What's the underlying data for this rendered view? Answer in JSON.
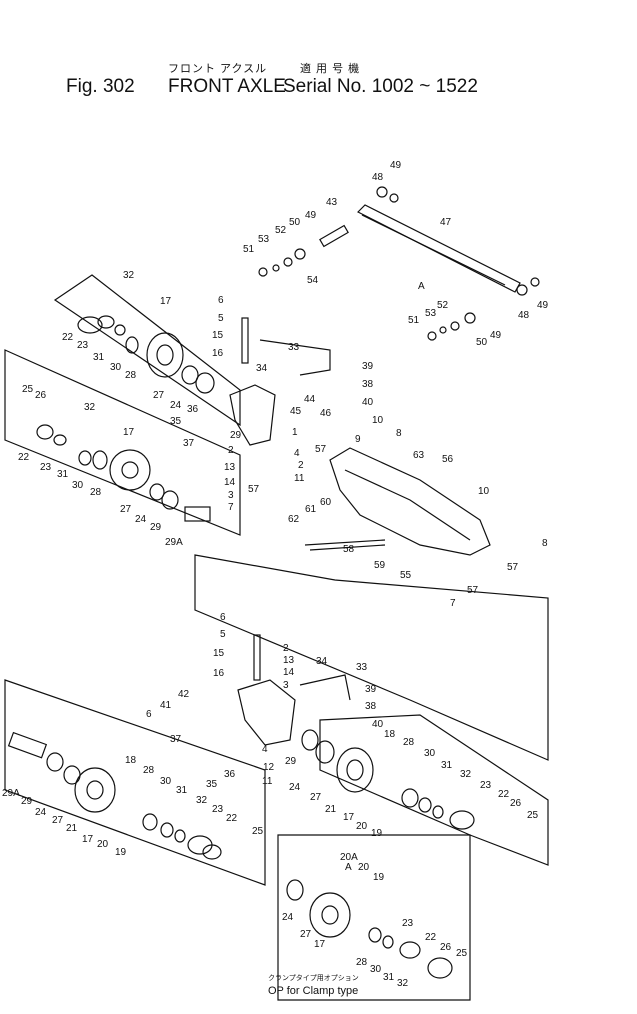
{
  "header": {
    "fig_label": "Fig. 302",
    "title_jp": "フロント アクスル",
    "title_en": "FRONT AXLE",
    "serial_jp": "適 用 号 機",
    "serial": "Serial No. 1002 ~ 1522"
  },
  "caption": {
    "option_jp": "クランプタイプ用オプション",
    "option_en": "OP for Clamp type"
  },
  "callouts": [
    "49",
    "48",
    "43",
    "47",
    "50",
    "49",
    "52",
    "53",
    "51",
    "54",
    "A",
    "48",
    "49",
    "52",
    "53",
    "51",
    "50",
    "49",
    "32",
    "17",
    "22",
    "23",
    "31",
    "30",
    "28",
    "27",
    "6",
    "5",
    "15",
    "16",
    "33",
    "34",
    "39",
    "38",
    "45",
    "44",
    "46",
    "40",
    "25",
    "26",
    "32",
    "22",
    "23",
    "31",
    "30",
    "28",
    "17",
    "27",
    "24",
    "29",
    "29A",
    "24",
    "36",
    "35",
    "37",
    "29",
    "1",
    "10",
    "8",
    "9",
    "57",
    "63",
    "56",
    "2",
    "13",
    "14",
    "3",
    "7",
    "4",
    "2",
    "11",
    "57",
    "60",
    "61",
    "62",
    "58",
    "59",
    "55",
    "10",
    "8",
    "57",
    "7",
    "57",
    "6",
    "5",
    "15",
    "16",
    "2",
    "13",
    "14",
    "3",
    "34",
    "33",
    "39",
    "38",
    "40",
    "42",
    "41",
    "6",
    "37",
    "35",
    "36",
    "4",
    "12",
    "11",
    "29",
    "18",
    "28",
    "30",
    "31",
    "32",
    "23",
    "22",
    "26",
    "25",
    "29A",
    "29",
    "24",
    "27",
    "21",
    "17",
    "20",
    "19",
    "18",
    "28",
    "30",
    "31",
    "32",
    "23",
    "22",
    "25",
    "24",
    "27",
    "21",
    "17",
    "20",
    "19",
    "20A",
    "20",
    "19",
    "24",
    "27",
    "17",
    "23",
    "22",
    "26",
    "25",
    "28",
    "30",
    "31",
    "32",
    "A"
  ]
}
